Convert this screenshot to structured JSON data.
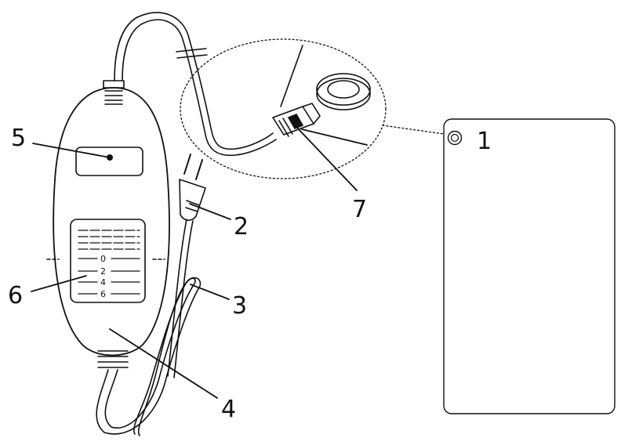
{
  "callouts": {
    "heating_pad": "1",
    "plug": "2",
    "cord": "3",
    "controller_body": "4",
    "indicator_light": "5",
    "level_scale": "6",
    "connector": "7"
  },
  "scale_levels": [
    "0",
    "2",
    "4",
    "6"
  ],
  "colors": {
    "line": "#111111",
    "fill": "#ffffff"
  }
}
